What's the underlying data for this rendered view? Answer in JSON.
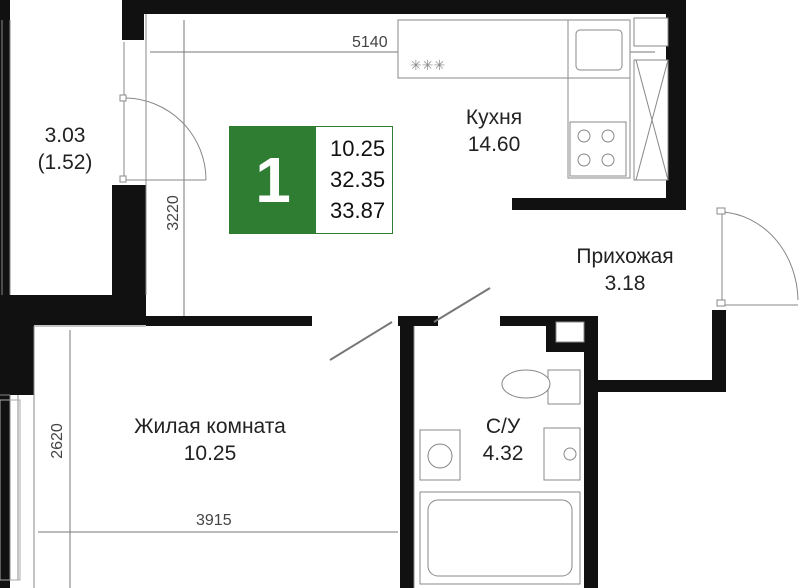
{
  "apartment": {
    "rooms_count": "1",
    "areas": [
      "10.25",
      "32.35",
      "33.87"
    ],
    "accent_color": "#2f7d32"
  },
  "rooms": {
    "balcony": {
      "area": "3.03",
      "reduced_area": "(1.52)"
    },
    "kitchen": {
      "name": "Кухня",
      "area": "14.60"
    },
    "hallway": {
      "name": "Прихожая",
      "area": "3.18"
    },
    "bathroom": {
      "name": "С/У",
      "area": "4.32"
    },
    "living": {
      "name": "Жилая комната",
      "area": "10.25"
    }
  },
  "dimensions": {
    "kitchen_width": "5140",
    "kitchen_depth": "3220",
    "living_depth": "2620",
    "living_width": "3915"
  }
}
